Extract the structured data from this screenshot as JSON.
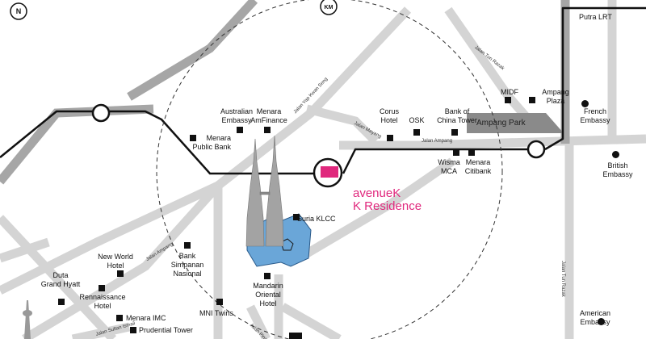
{
  "compass": "N",
  "scale": "KM",
  "lines": {
    "top_right": "Putra LRT"
  },
  "roads": {
    "tun_razak_top": "Jalan Tun Razak",
    "tun_razak_right": "Jalan Tun Razak",
    "yap_kwan_seng": "Jalan Yap Kwan Seng",
    "mayang": "Jalan Mayang",
    "ampang_east": "Jalan Ampang",
    "ampang_west": "Jalan Ampang",
    "sultan_ismail": "Jalan Sultan Ismail",
    "pinang": "Jalan Pinang"
  },
  "park": "Ampang Park",
  "brand": {
    "line1": "avenueK",
    "line2": "K Residence",
    "color": "#e0287d"
  },
  "landmarks": {
    "australian_embassy": "Australian\nEmbassy",
    "menara_amfinance": "Menara\nAmFinance",
    "menara_public_bank": "Menara\nPublic Bank",
    "corus_hotel": "Corus\nHotel",
    "osk": "OSK",
    "bank_of_china": "Bank of\nChina Tower",
    "midf": "MIDF",
    "ampang_plaza": "Ampang\nPlaza",
    "french_embassy": "French\nEmbassy",
    "british_embassy": "British\nEmbassy",
    "wisma_mca": "Wisma\nMCA",
    "menara_citibank": "Menara\nCitibank",
    "suria_klcc": "Suria KLCC",
    "mandarin_oriental": "Mandarin\nOriental\nHotel",
    "new_world_hotel": "New World\nHotel",
    "bank_simpanan": "Bank\nSimpanan\nNasional",
    "duta_grand_hyatt": "Duta\nGrand Hyatt",
    "rennaissance_hotel": "Rennaissance\nHotel",
    "menara_imc": "Menara IMC",
    "prudential_tower": "Prudential Tower",
    "mni_twins": "MNI Twins",
    "american_embassy": "American\nEmbassy"
  },
  "colors": {
    "road": "#d4d4d4",
    "metro_road": "#a6a6a6",
    "rail": "#111111",
    "tower": "#a3a3a3",
    "suria": "#6aa6d8"
  }
}
